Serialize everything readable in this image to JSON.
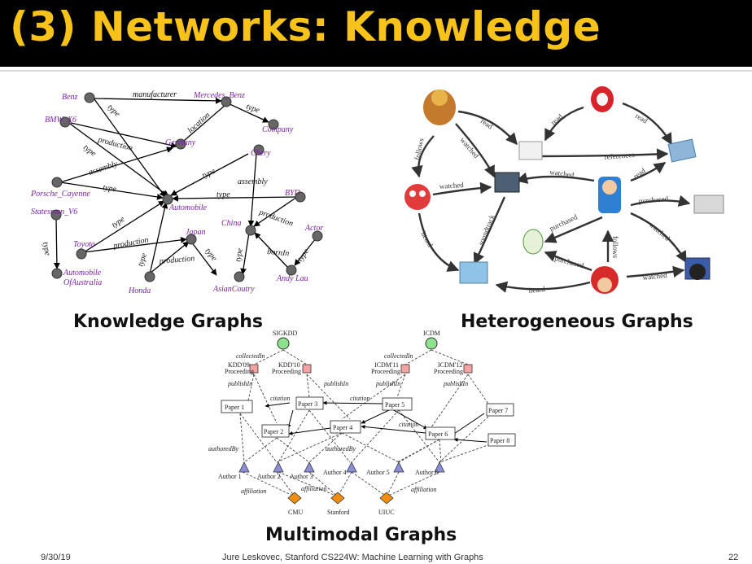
{
  "slide": {
    "title": "(3) Networks: Knowledge",
    "captions": {
      "knowledge": "Knowledge Graphs",
      "heterogeneous": "Heterogeneous Graphs",
      "multimodal": "Multimodal Graphs"
    },
    "footer": {
      "date": "9/30/19",
      "author": "Jure Leskovec, Stanford CS224W: Machine Learning with Graphs",
      "page": "22"
    }
  },
  "knowledge_graph": {
    "nodes": {
      "benz": "Benz",
      "mercedes": "Mercedes_Benz",
      "company": "Company",
      "bmw": "BMW_X6",
      "germany": "Germany",
      "chery": "Chery",
      "porsche": "Porsche_Cayenne",
      "byd": "BYD",
      "automobile": "Automobile",
      "statesman": "Statesman_V6",
      "china": "China",
      "actor": "Actor",
      "japan": "Japan",
      "toyota": "Toyota",
      "auto_aus1": "Automobile",
      "auto_aus2": "OfAustralia",
      "honda": "Honda",
      "asiancountry": "AsianCoutry",
      "andylau": "Andy Lau"
    },
    "edges": {
      "manufacturer": "manufacturer",
      "type": "type",
      "production": "production",
      "location": "location",
      "assembly": "assembly",
      "bornin": "bornIn"
    }
  },
  "hetero_graph": {
    "edges": {
      "read": "read",
      "follows": "follows",
      "watched": "watched",
      "references": "references",
      "purchased": "purchased",
      "soundtrack": "soundtrack",
      "heard": "heard"
    }
  },
  "multimodal_graph": {
    "nodes": {
      "sigkdd": "SIGKDD",
      "icdm": "ICDM",
      "kdd09a": "KDD'09",
      "kdd09b": "Proceeding",
      "kdd10a": "KDD'10",
      "kdd10b": "Proceeding",
      "icdm11a": "ICDM'11",
      "icdm11b": "Proceeding",
      "icdm12a": "ICDM'12",
      "icdm12b": "Proceeding",
      "paper1": "Paper 1",
      "paper2": "Paper 2",
      "paper3": "Paper 3",
      "paper4": "Paper 4",
      "paper5": "Paper 5",
      "paper6": "Paper 6",
      "paper7": "Paper 7",
      "paper8": "Paper 8",
      "author1": "Author 1",
      "author2": "Author 2",
      "author3": "Author 3",
      "author4": "Author 4",
      "author5": "Author 5",
      "author6": "Author 6",
      "cmu": "CMU",
      "stanford": "Stanford",
      "uiuc": "UIUC"
    },
    "edges": {
      "collectedin": "collectedIn",
      "publishin": "publishIn",
      "citation": "citation",
      "authoredby": "authoredBy",
      "affiliation": "affiliation"
    }
  }
}
